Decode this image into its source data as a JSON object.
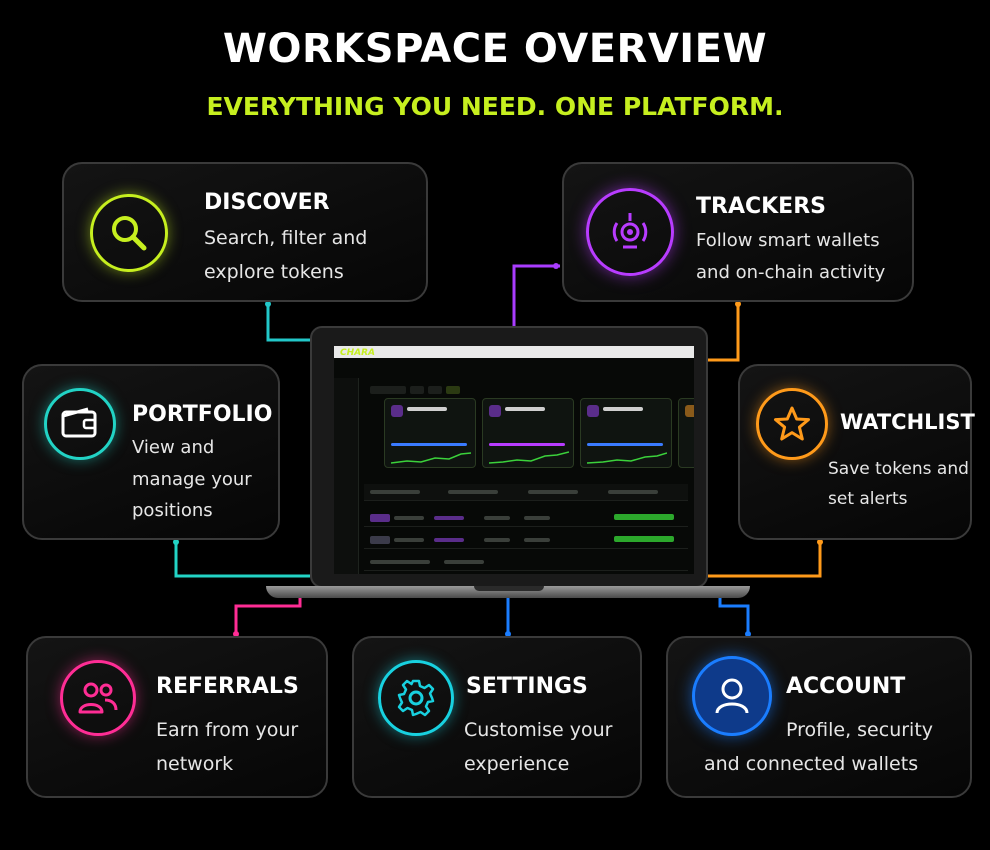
{
  "header": {
    "title": "WORKSPACE OVERVIEW",
    "subtitle": "EVERYTHING YOU NEED. ONE PLATFORM."
  },
  "laptop": {
    "app_logo": "CHARA"
  },
  "cards": {
    "discover": {
      "title": "DISCOVER",
      "desc_1": "Search, filter and",
      "desc_2": "explore tokens",
      "icon": "search-icon",
      "color": "#c6ef1f"
    },
    "trackers": {
      "title": "TRACKERS",
      "desc_1": "Follow smart wallets",
      "desc_2": "and on-chain activity",
      "icon": "radar-icon",
      "color": "#b83cff"
    },
    "portfolio": {
      "title": "PORTFOLIO",
      "desc_1": "View and",
      "desc_2": "manage your",
      "desc_3": "positions",
      "icon": "wallet-icon",
      "color": "#22d3c5"
    },
    "watchlist": {
      "title": "WATCHLIST",
      "desc_1": "Save tokens and",
      "desc_2": "set alerts",
      "icon": "star-icon",
      "color": "#ff9a1a"
    },
    "referrals": {
      "title": "REFERRALS",
      "desc_1": "Earn from your",
      "desc_2": "network",
      "icon": "users-icon",
      "color": "#ff2d95"
    },
    "settings": {
      "title": "SETTINGS",
      "desc_1": "Customise your",
      "desc_2": "experience",
      "icon": "gear-icon",
      "color": "#18d1e0"
    },
    "account": {
      "title": "ACCOUNT",
      "desc_1": "Profile, security",
      "desc_2": "and connected wallets",
      "icon": "user-icon",
      "color": "#1a7dff"
    }
  }
}
